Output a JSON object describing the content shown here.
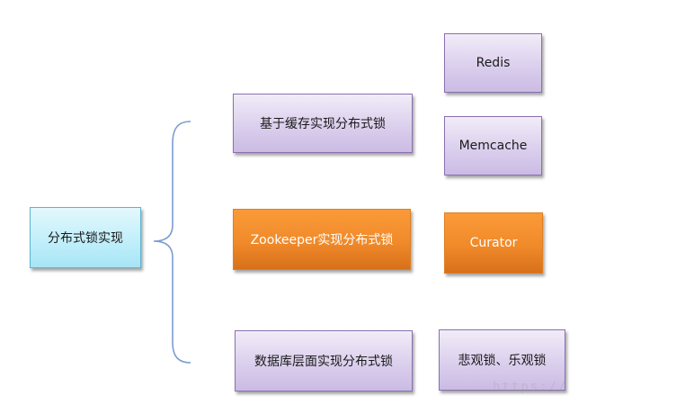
{
  "diagram": {
    "root": {
      "label": "分布式锁实现"
    },
    "branches": [
      {
        "label": "基于缓存实现分布式锁",
        "children": [
          {
            "label": "Redis"
          },
          {
            "label": "Memcache"
          }
        ]
      },
      {
        "label": "Zookeeper实现分布式锁",
        "children": [
          {
            "label": "Curator"
          }
        ]
      },
      {
        "label": "数据库层面实现分布式锁",
        "children": [
          {
            "label": "悲观锁、乐观锁"
          }
        ]
      }
    ],
    "colors": {
      "brace": "#6f93c8",
      "purple_node": "#d9cdec",
      "cyan_node": "#bfeefa",
      "orange_node": "#f08a2a"
    }
  },
  "watermark": "https://"
}
